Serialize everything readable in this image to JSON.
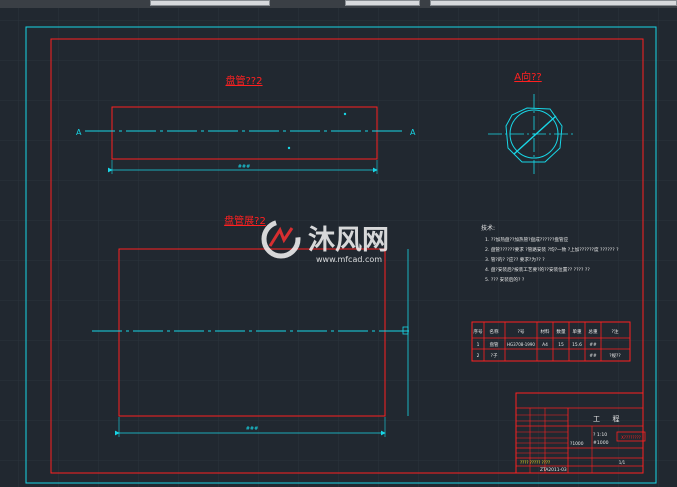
{
  "colors": {
    "background": "#212830",
    "grid": "#2b343d",
    "cyan": "#18d6e6",
    "red": "#ff2020",
    "white": "#e8e8e8",
    "yellow": "#f0e020",
    "watermark": "#ffffff"
  },
  "toolbar": {
    "icons": [
      "window-tab-icon",
      "window-tab-icon",
      "window-tab-icon"
    ]
  },
  "views": {
    "front_title": "盘管??2",
    "side_title": "A向??",
    "bottom_title": "盘管展?2",
    "section_mark_left": "A",
    "section_mark_right": "A",
    "dim_top": "###",
    "dim_bottom": "###"
  },
  "notes": {
    "heading": "技术:",
    "lines": [
      "1. ??加热盘??加热管?盘成??????盘管应",
      "2. 盘管??????要求 ?管路安装 ?均?一致 ?上加??????度 ?????? ?",
      "3. 管?的? ?应?? 要求?为?? ?",
      "4. 盘?安装后?按装工艺要?的??安装位置?? ???? ??",
      "5. ??? 安装后的? ?"
    ]
  },
  "bom": {
    "headers": [
      "序号",
      "名称",
      "?号",
      "材料",
      "数量",
      "单重",
      "总重",
      "?注"
    ],
    "rows": [
      [
        "1",
        "盘管",
        "HG3708-1990",
        "A4",
        "15",
        "15.6",
        "##",
        ""
      ],
      [
        "2",
        "?子",
        "",
        "",
        "",
        "",
        "##",
        "?规??"
      ]
    ]
  },
  "title_block": {
    "title": "工",
    "subtitle": "程",
    "scale": "? 1:10",
    "weight": "#1000",
    "code": "X????????",
    "drawing_no": "ZTA2011-03",
    "company": "???? ????? ????",
    "stamp": "?1000",
    "page": "1/1"
  },
  "watermark": {
    "cn": "沐风网",
    "url": "www.mfcad.com"
  }
}
